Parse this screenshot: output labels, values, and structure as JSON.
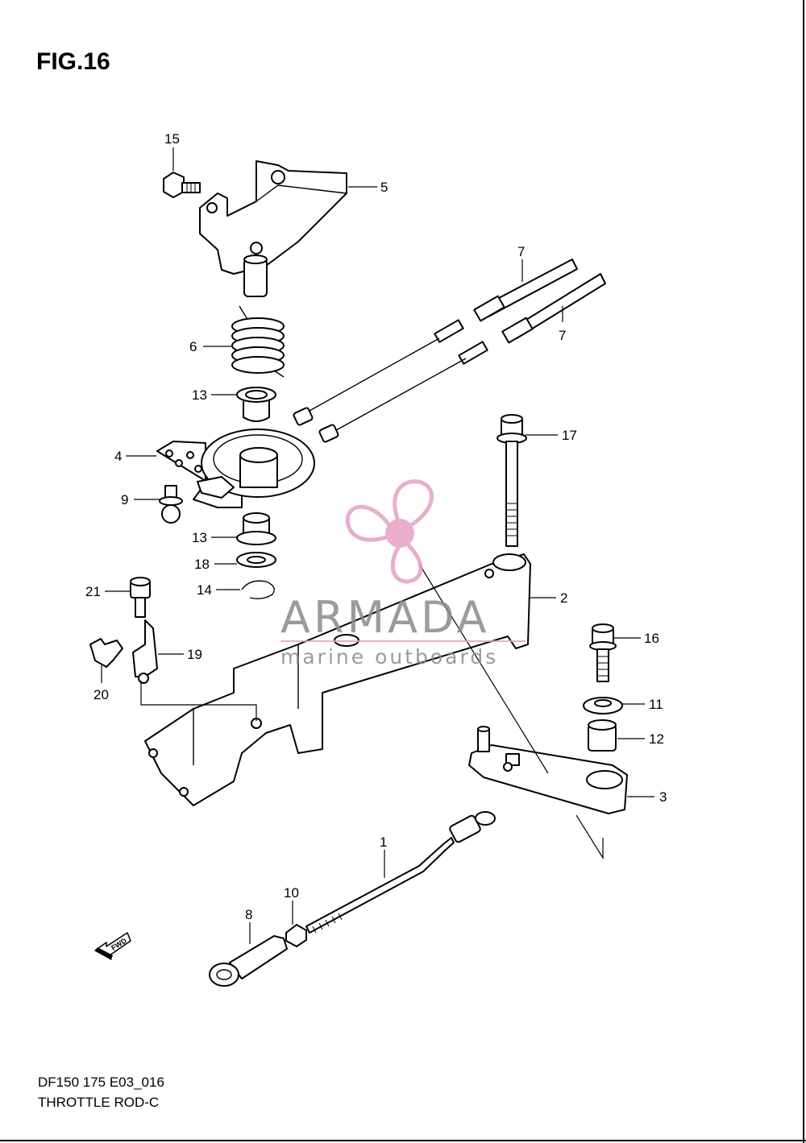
{
  "figure": {
    "title": "FIG.16"
  },
  "footer": {
    "model_code": "DF150 175 E03_016",
    "part_name": "THROTTLE ROD-C"
  },
  "watermark": {
    "brand": "ARMADA",
    "tagline": "marine outboards",
    "logo_color": "#e6a0c4",
    "text_color": "#8a8a8a"
  },
  "fwd_arrow": {
    "label": "FWD"
  },
  "callouts": [
    {
      "label": "15"
    },
    {
      "label": "5"
    },
    {
      "label": "7"
    },
    {
      "label": "7"
    },
    {
      "label": "6"
    },
    {
      "label": "13"
    },
    {
      "label": "4"
    },
    {
      "label": "17"
    },
    {
      "label": "9"
    },
    {
      "label": "13"
    },
    {
      "label": "18"
    },
    {
      "label": "14"
    },
    {
      "label": "2"
    },
    {
      "label": "21"
    },
    {
      "label": "16"
    },
    {
      "label": "19"
    },
    {
      "label": "20"
    },
    {
      "label": "11"
    },
    {
      "label": "12"
    },
    {
      "label": "3"
    },
    {
      "label": "1"
    },
    {
      "label": "10"
    },
    {
      "label": "8"
    }
  ]
}
